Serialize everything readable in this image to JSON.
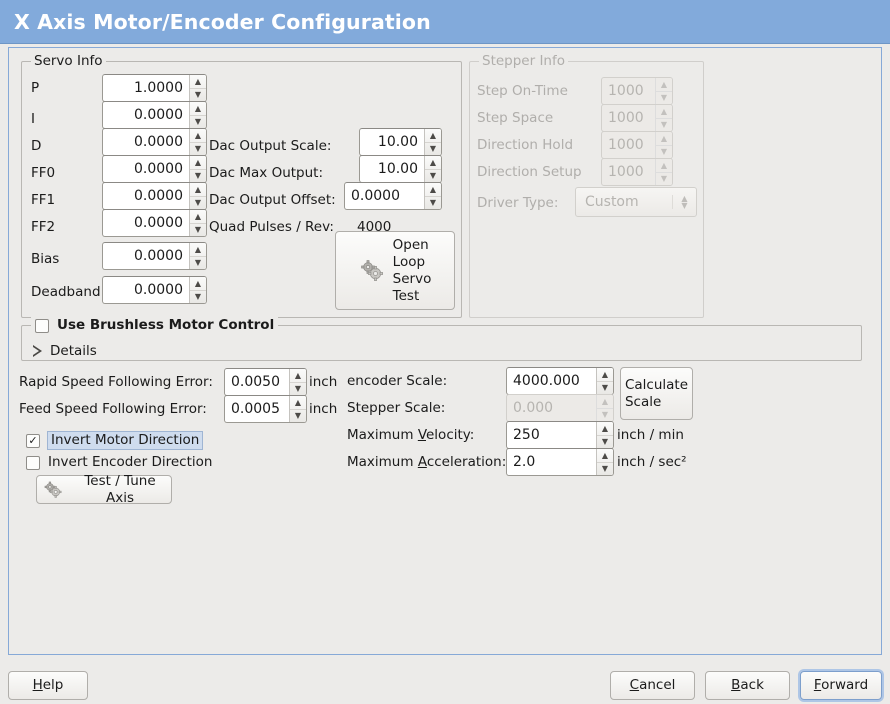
{
  "window": {
    "title": "X Axis Motor/Encoder Configuration",
    "title_bg": "#82aadb",
    "body_bg": "#ecebe9",
    "accent": "#86a9d7"
  },
  "servo_info": {
    "legend": "Servo Info",
    "fields": [
      {
        "label": "P",
        "value": "1.0000"
      },
      {
        "label": "I",
        "value": "0.0000"
      },
      {
        "label": "D",
        "value": "0.0000"
      },
      {
        "label": "FF0",
        "value": "0.0000"
      },
      {
        "label": "FF1",
        "value": "0.0000"
      },
      {
        "label": "FF2",
        "value": "0.0000"
      },
      {
        "label": "Bias",
        "value": "0.0000"
      },
      {
        "label": "Deadband",
        "value": "0.0000"
      }
    ],
    "dac": [
      {
        "label": "Dac Output Scale:",
        "value": "10.00"
      },
      {
        "label": "Dac Max Output:",
        "value": "10.00"
      },
      {
        "label": "Dac Output Offset:",
        "value": "0.0000"
      }
    ],
    "quad_pulses_label": "Quad Pulses / Rev:",
    "quad_pulses_value": "4000",
    "open_loop_button": [
      "Open",
      "Loop",
      "Servo",
      "Test"
    ],
    "open_loop_icon": "gears-icon"
  },
  "stepper_info": {
    "legend": "Stepper Info",
    "enabled": false,
    "fields": [
      {
        "label": "Step On-Time",
        "value": "1000"
      },
      {
        "label": "Step Space",
        "value": "1000"
      },
      {
        "label": "Direction Hold",
        "value": "1000"
      },
      {
        "label": "Direction Setup",
        "value": "1000"
      }
    ],
    "driver_type_label": "Driver Type:",
    "driver_type_value": "Custom"
  },
  "brushless": {
    "legend": "Use Brushless Motor Control",
    "checked": false,
    "details_label": "Details",
    "details_expanded": false
  },
  "tuning": {
    "rapid_error_label": "Rapid Speed Following Error:",
    "rapid_error_value": "0.0050",
    "rapid_error_unit": "inch",
    "feed_error_label": "Feed Speed Following Error:",
    "feed_error_value": "0.0005",
    "feed_error_unit": "inch",
    "invert_motor_label": "Invert Motor Direction",
    "invert_motor_checked": true,
    "invert_encoder_label": "Invert Encoder Direction",
    "invert_encoder_checked": false,
    "test_tune_label": "Test / Tune Axis",
    "test_tune_icon": "gears-icon"
  },
  "scales": {
    "encoder_scale_label": "encoder Scale:",
    "encoder_scale_value": "4000.000",
    "stepper_scale_label": "Stepper Scale:",
    "stepper_scale_value": "0.000",
    "stepper_scale_enabled": false,
    "max_velocity_label_a": "Maximum ",
    "max_velocity_label_key": "V",
    "max_velocity_label_b": "elocity:",
    "max_velocity_value": "250",
    "max_velocity_unit": "inch / min",
    "max_accel_label_a": "Maximum ",
    "max_accel_label_key": "A",
    "max_accel_label_b": "cceleration:",
    "max_accel_value": "2.0",
    "max_accel_unit": "inch / sec²",
    "calculate_button": [
      "Calculate",
      "Scale"
    ]
  },
  "footer": {
    "help": {
      "pre": "",
      "key": "H",
      "post": "elp"
    },
    "cancel": {
      "pre": "",
      "key": "C",
      "post": "ancel"
    },
    "back": {
      "pre": "",
      "key": "B",
      "post": "ack"
    },
    "forward": {
      "pre": "",
      "key": "F",
      "post": "orward",
      "focused": true
    }
  },
  "spinner": {
    "up": "▲",
    "down": "▼"
  }
}
